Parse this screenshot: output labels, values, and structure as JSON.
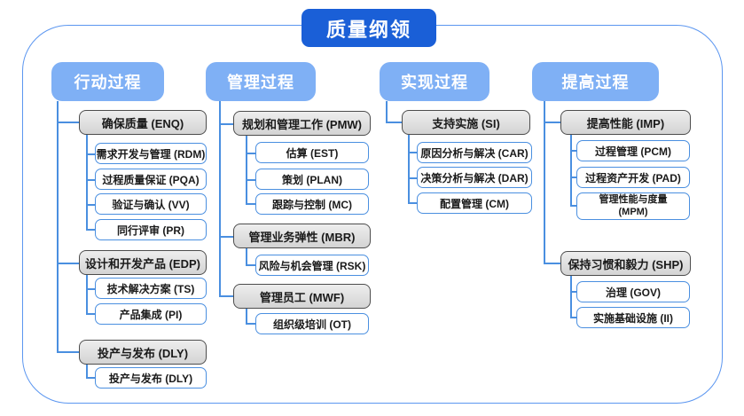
{
  "title": "质量纲领",
  "columns": [
    {
      "label": "行动过程",
      "sections": [
        {
          "title": "确保质量 (ENQ)",
          "items": [
            "需求开发与管理 (RDM)",
            "过程质量保证 (PQA)",
            "验证与确认 (VV)",
            "同行评审 (PR)"
          ]
        },
        {
          "title": "设计和开发产品 (EDP)",
          "items": [
            "技术解决方案 (TS)",
            "产品集成 (PI)"
          ]
        },
        {
          "title": "投产与发布 (DLY)",
          "items": [
            "投产与发布 (DLY)"
          ]
        }
      ]
    },
    {
      "label": "管理过程",
      "sections": [
        {
          "title": "规划和管理工作 (PMW)",
          "items": [
            "估算 (EST)",
            "策划 (PLAN)",
            "跟踪与控制 (MC)"
          ]
        },
        {
          "title": "管理业务弹性 (MBR)",
          "items": [
            "风险与机会管理 (RSK)"
          ]
        },
        {
          "title": "管理员工 (MWF)",
          "items": [
            "组织级培训 (OT)"
          ]
        }
      ]
    },
    {
      "label": "实现过程",
      "sections": [
        {
          "title": "支持实施 (SI)",
          "items": [
            "原因分析与解决 (CAR)",
            "决策分析与解决 (DAR)",
            "配置管理 (CM)"
          ]
        }
      ]
    },
    {
      "label": "提高过程",
      "sections": [
        {
          "title": "提高性能 (IMP)",
          "items": [
            "过程管理 (PCM)",
            "过程资产开发 (PAD)",
            "管理性能与度量 (MPM)"
          ]
        },
        {
          "title": "保持习惯和毅力 (SHP)",
          "items": [
            "治理 (GOV)",
            "实施基础设施 (II)"
          ]
        }
      ]
    }
  ],
  "colors": {
    "title_bg": "#1a5fd7",
    "header_bg": "#7fb0f5",
    "outline_border": "#5b96f0",
    "connector": "#4a8fe0",
    "section_bg": "#dcdcdc",
    "section_border": "#4d4d4d",
    "item_border": "#4a8fe0",
    "text_dark": "#1a1a1a",
    "text_light": "#ffffff"
  }
}
